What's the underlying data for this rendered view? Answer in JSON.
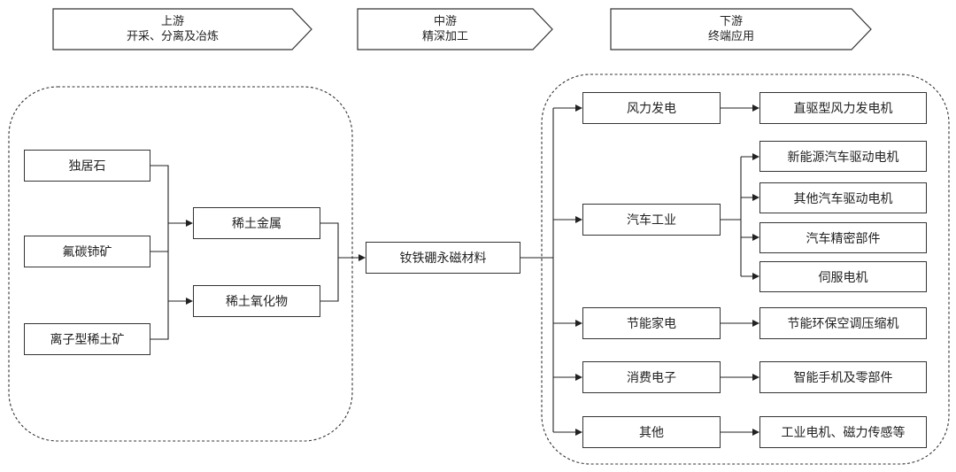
{
  "stages": {
    "upstream": {
      "title": "上游",
      "subtitle": "开采、分离及冶炼"
    },
    "midstream": {
      "title": "中游",
      "subtitle": "精深加工"
    },
    "downstream": {
      "title": "下游",
      "subtitle": "终端应用"
    }
  },
  "ores": [
    "独居石",
    "氟碳铈矿",
    "离子型稀土矿"
  ],
  "intermediates": [
    "稀土金属",
    "稀土氧化物"
  ],
  "product": "钕铁硼永磁材料",
  "industries": [
    "风力发电",
    "汽车工业",
    "节能家电",
    "消费电子",
    "其他"
  ],
  "applications": {
    "wind": [
      "直驱型风力发电机"
    ],
    "auto": [
      "新能源汽车驱动电机",
      "其他汽车驱动电机",
      "汽车精密部件",
      "伺服电机"
    ],
    "appliance": [
      "节能环保空调压缩机"
    ],
    "electronics": [
      "智能手机及零部件"
    ],
    "other": [
      "工业电机、磁力传感等"
    ]
  }
}
